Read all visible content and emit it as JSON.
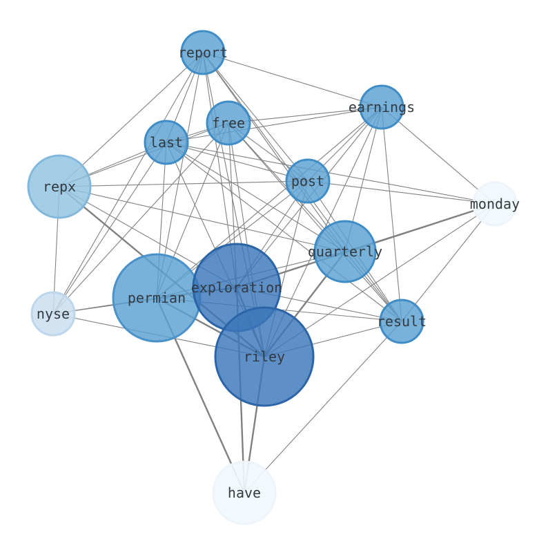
{
  "nodes": [
    {
      "id": "report",
      "label": "report",
      "fill": "#5aa0d2",
      "stroke": "#3f8cc6",
      "alpha": 0.82
    },
    {
      "id": "earnings",
      "label": "earnings",
      "fill": "#5aa0d2",
      "stroke": "#3f8cc6",
      "alpha": 0.82
    },
    {
      "id": "free",
      "label": "free",
      "fill": "#5aa0d2",
      "stroke": "#3f8cc6",
      "alpha": 0.82
    },
    {
      "id": "last",
      "label": "last",
      "fill": "#5aa0d2",
      "stroke": "#3f8cc6",
      "alpha": 0.82
    },
    {
      "id": "repx",
      "label": "repx",
      "fill": "#94c4e2",
      "stroke": "#82b8dc",
      "alpha": 0.85
    },
    {
      "id": "post",
      "label": "post",
      "fill": "#5aa0d2",
      "stroke": "#3f8cc6",
      "alpha": 0.82
    },
    {
      "id": "monday",
      "label": "monday",
      "fill": "#f3f8fd",
      "stroke": "#edf4fb",
      "alpha": 0.9
    },
    {
      "id": "quarterly",
      "label": "quarterly",
      "fill": "#5aa0d2",
      "stroke": "#3f8cc6",
      "alpha": 0.82
    },
    {
      "id": "exploration",
      "label": "exploration",
      "fill": "#3a76b9",
      "stroke": "#2b65a8",
      "alpha": 0.82
    },
    {
      "id": "permian",
      "label": "permian",
      "fill": "#5aa0d2",
      "stroke": "#4a92c9",
      "alpha": 0.82
    },
    {
      "id": "nyse",
      "label": "nyse",
      "fill": "#cadef0",
      "stroke": "#bdd6ec",
      "alpha": 0.85
    },
    {
      "id": "result",
      "label": "result",
      "fill": "#5aa0d2",
      "stroke": "#3f8cc6",
      "alpha": 0.82
    },
    {
      "id": "riley",
      "label": "riley",
      "fill": "#3a76b9",
      "stroke": "#2b65a8",
      "alpha": 0.82
    },
    {
      "id": "have",
      "label": "have",
      "fill": "#f3f8fd",
      "stroke": "#edf4fb",
      "alpha": 0.9
    }
  ],
  "edges": [
    {
      "source": "report",
      "target": "earnings",
      "weight": 1
    },
    {
      "source": "report",
      "target": "last",
      "weight": 1
    },
    {
      "source": "report",
      "target": "repx",
      "weight": 1
    },
    {
      "source": "report",
      "target": "post",
      "weight": 1
    },
    {
      "source": "report",
      "target": "quarterly",
      "weight": 1
    },
    {
      "source": "report",
      "target": "exploration",
      "weight": 1
    },
    {
      "source": "report",
      "target": "permian",
      "weight": 1
    },
    {
      "source": "report",
      "target": "nyse",
      "weight": 1
    },
    {
      "source": "report",
      "target": "result",
      "weight": 1
    },
    {
      "source": "report",
      "target": "riley",
      "weight": 1
    },
    {
      "source": "earnings",
      "target": "free",
      "weight": 1
    },
    {
      "source": "earnings",
      "target": "last",
      "weight": 1
    },
    {
      "source": "earnings",
      "target": "post",
      "weight": 1
    },
    {
      "source": "earnings",
      "target": "monday",
      "weight": 1
    },
    {
      "source": "earnings",
      "target": "quarterly",
      "weight": 1
    },
    {
      "source": "earnings",
      "target": "exploration",
      "weight": 1
    },
    {
      "source": "earnings",
      "target": "permian",
      "weight": 1
    },
    {
      "source": "earnings",
      "target": "result",
      "weight": 1
    },
    {
      "source": "earnings",
      "target": "riley",
      "weight": 1
    },
    {
      "source": "free",
      "target": "last",
      "weight": 1
    },
    {
      "source": "free",
      "target": "repx",
      "weight": 1
    },
    {
      "source": "free",
      "target": "post",
      "weight": 1
    },
    {
      "source": "free",
      "target": "quarterly",
      "weight": 1
    },
    {
      "source": "free",
      "target": "exploration",
      "weight": 1
    },
    {
      "source": "free",
      "target": "permian",
      "weight": 1
    },
    {
      "source": "free",
      "target": "nyse",
      "weight": 1
    },
    {
      "source": "free",
      "target": "result",
      "weight": 1
    },
    {
      "source": "free",
      "target": "riley",
      "weight": 1
    },
    {
      "source": "last",
      "target": "repx",
      "weight": 1
    },
    {
      "source": "last",
      "target": "post",
      "weight": 1
    },
    {
      "source": "last",
      "target": "monday",
      "weight": 1
    },
    {
      "source": "last",
      "target": "quarterly",
      "weight": 1
    },
    {
      "source": "last",
      "target": "permian",
      "weight": 1
    },
    {
      "source": "last",
      "target": "nyse",
      "weight": 1
    },
    {
      "source": "last",
      "target": "result",
      "weight": 1
    },
    {
      "source": "last",
      "target": "riley",
      "weight": 1
    },
    {
      "source": "repx",
      "target": "post",
      "weight": 1
    },
    {
      "source": "repx",
      "target": "quarterly",
      "weight": 1
    },
    {
      "source": "repx",
      "target": "nyse",
      "weight": 1
    },
    {
      "source": "repx",
      "target": "riley",
      "weight": 2
    },
    {
      "source": "repx",
      "target": "exploration",
      "weight": 1
    },
    {
      "source": "post",
      "target": "monday",
      "weight": 1
    },
    {
      "source": "post",
      "target": "result",
      "weight": 1
    },
    {
      "source": "post",
      "target": "permian",
      "weight": 1
    },
    {
      "source": "post",
      "target": "riley",
      "weight": 1
    },
    {
      "source": "post",
      "target": "exploration",
      "weight": 1
    },
    {
      "source": "monday",
      "target": "exploration",
      "weight": 2
    },
    {
      "source": "monday",
      "target": "riley",
      "weight": 1
    },
    {
      "source": "monday",
      "target": "result",
      "weight": 1
    },
    {
      "source": "monday",
      "target": "quarterly",
      "weight": 1
    },
    {
      "source": "quarterly",
      "target": "riley",
      "weight": 2
    },
    {
      "source": "quarterly",
      "target": "permian",
      "weight": 1
    },
    {
      "source": "quarterly",
      "target": "result",
      "weight": 1
    },
    {
      "source": "exploration",
      "target": "riley",
      "weight": 2
    },
    {
      "source": "exploration",
      "target": "have",
      "weight": 2
    },
    {
      "source": "exploration",
      "target": "nyse",
      "weight": 1
    },
    {
      "source": "exploration",
      "target": "result",
      "weight": 1
    },
    {
      "source": "permian",
      "target": "riley",
      "weight": 2
    },
    {
      "source": "permian",
      "target": "have",
      "weight": 2
    },
    {
      "source": "permian",
      "target": "nyse",
      "weight": 1
    },
    {
      "source": "permian",
      "target": "exploration",
      "weight": 2
    },
    {
      "source": "permian",
      "target": "result",
      "weight": 1
    },
    {
      "source": "nyse",
      "target": "riley",
      "weight": 1
    },
    {
      "source": "result",
      "target": "riley",
      "weight": 1
    },
    {
      "source": "result",
      "target": "have",
      "weight": 1
    },
    {
      "source": "riley",
      "target": "have",
      "weight": 2
    }
  ]
}
